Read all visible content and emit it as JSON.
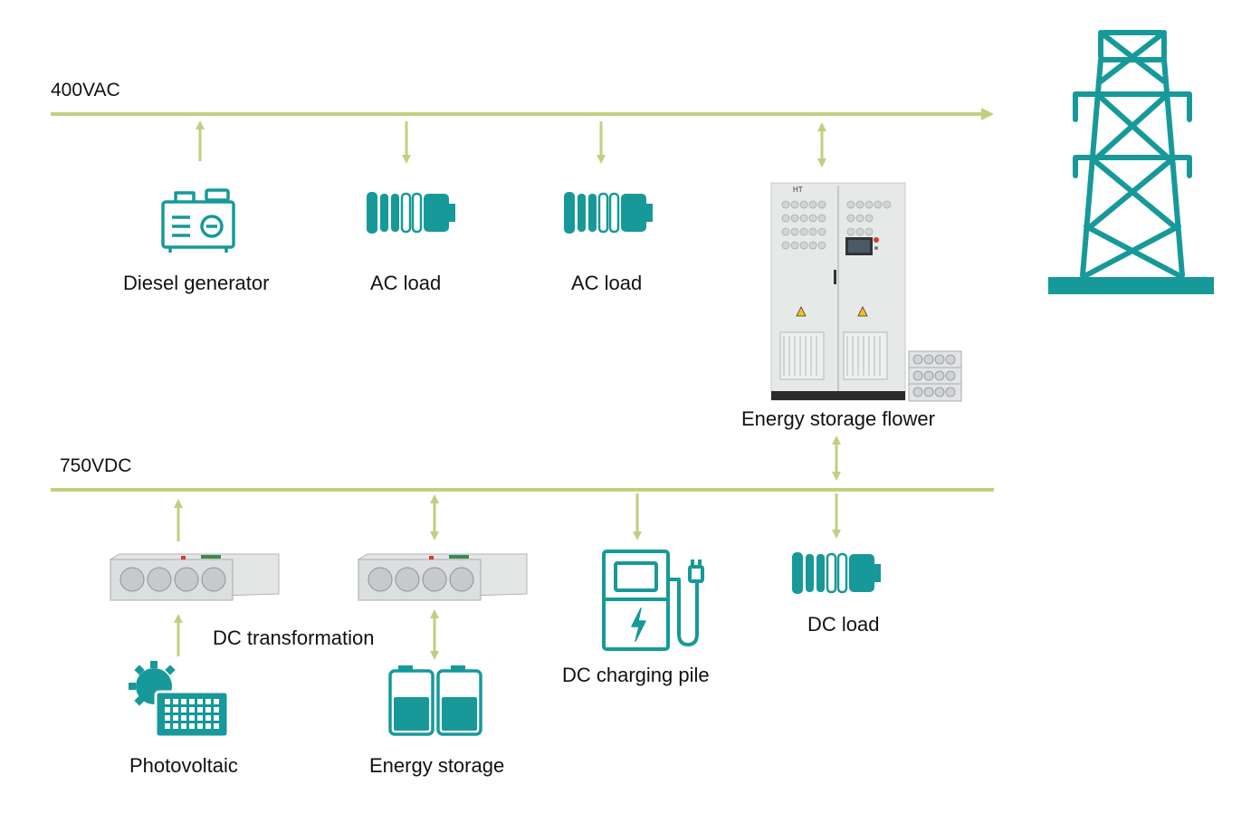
{
  "buses": {
    "ac": "400VAC",
    "dc": "750VDC"
  },
  "labels": {
    "diesel_generator": "Diesel generator",
    "ac_load_1": "AC load",
    "ac_load_2": "AC load",
    "energy_storage_flower": "Energy storage flower",
    "dc_transformation": "DC transformation",
    "dc_charging_pile": "DC charging pile",
    "dc_load": "DC load",
    "photovoltaic": "Photovoltaic",
    "energy_storage": "Energy storage"
  },
  "colors": {
    "bus_line": "#c2cf7f",
    "icon_teal": "#17999a",
    "cabinet": "#e6e8e8"
  }
}
